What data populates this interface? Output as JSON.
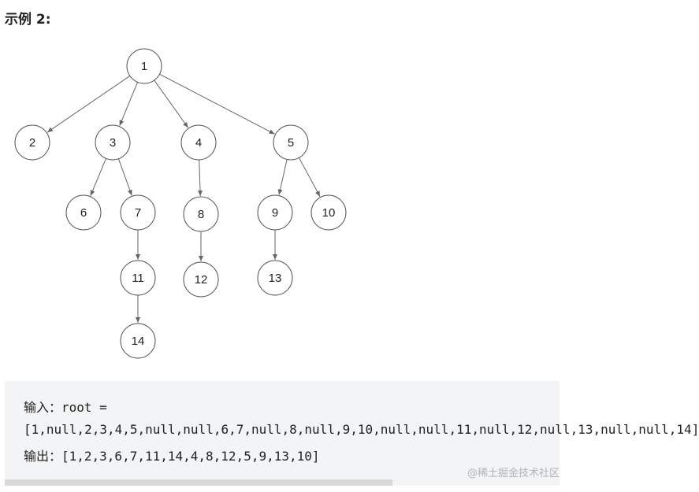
{
  "heading": "示例 2:",
  "tree": {
    "nodes": [
      "1",
      "2",
      "3",
      "4",
      "5",
      "6",
      "7",
      "8",
      "9",
      "10",
      "11",
      "12",
      "13",
      "14"
    ]
  },
  "example": {
    "input_line1": "输入：root =",
    "input_line2": "[1,null,2,3,4,5,null,null,6,7,null,8,null,9,10,null,null,11,null,12,null,13,null,null,14]",
    "output_line": "输出：[1,2,3,6,7,11,14,4,8,12,5,9,13,10]"
  },
  "watermark": "@稀土掘金技术社区"
}
